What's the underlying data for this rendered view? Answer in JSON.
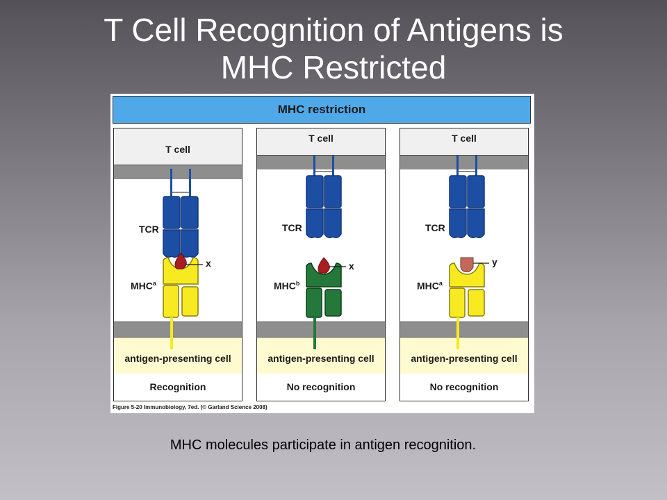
{
  "slide": {
    "title_line1": "T Cell Recognition of Antigens is",
    "title_line2": "MHC Restricted",
    "caption": "MHC molecules participate in antigen recognition."
  },
  "figure": {
    "banner": "MHC restriction",
    "credit": "Figure 5-20 Immunobiology, 7ed. (© Garland Science 2008)",
    "panels": [
      {
        "tcell": "T cell",
        "tcr": "TCR",
        "mhc": "MHC",
        "mhc_sup": "a",
        "antigen": "x",
        "apc": "antigen-presenting cell",
        "result": "Recognition",
        "mhc_color": "#f7ea21",
        "antigen_color": "#a71d22"
      },
      {
        "tcell": "T cell",
        "tcr": "TCR",
        "mhc": "MHC",
        "mhc_sup": "b",
        "antigen": "x",
        "apc": "antigen-presenting cell",
        "result": "No recognition",
        "mhc_color": "#24783a",
        "antigen_color": "#a71d22"
      },
      {
        "tcell": "T cell",
        "tcr": "TCR",
        "mhc": "MHC",
        "mhc_sup": "a",
        "antigen": "y",
        "apc": "antigen-presenting cell",
        "result": "No recognition",
        "mhc_color": "#f7ea21",
        "antigen_color": "#c4685c"
      }
    ],
    "tcr_color": "#1c4fa3"
  }
}
